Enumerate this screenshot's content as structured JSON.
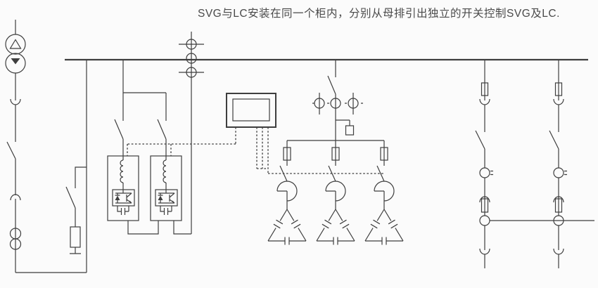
{
  "title": "SVG与LC安装在同一个柜内，分别从母排引出独立的开关控制SVG及LC.",
  "colors": {
    "background": "#fbfbfb",
    "line": "#3e3e3e",
    "text": "#4a4a4a"
  },
  "diagram": {
    "type": "electrical-single-line-schematic",
    "subject": "SVG (static var generator) and LC filter cabinet one-line diagram",
    "components": [
      {
        "id": "main-transformer",
        "symbol": "two overlapping circles with delta and wye winding marks"
      },
      {
        "id": "incomer-withdrawable-breaker",
        "symbol": "disconnect blade between plug-in contact arcs"
      },
      {
        "id": "incomer-current-transformers",
        "symbol": "two stacked circles on incomer line"
      },
      {
        "id": "grounding-resistor-branch",
        "symbol": "switch, resistor box and earth bar"
      },
      {
        "id": "main-busbar",
        "symbol": "horizontal bus at top"
      },
      {
        "id": "bus-measurement-cts",
        "symbol": "three circles stacked on bus tap"
      },
      {
        "id": "svg-module-switch",
        "count": 2,
        "symbol": "disconnect blade"
      },
      {
        "id": "svg-power-module",
        "count": 2,
        "symbol": "cabinet box with series reactor coil, IGBT bridge and dc-link capacitor"
      },
      {
        "id": "svg-controller",
        "symbol": "double-frame controller box with dashed control wiring"
      },
      {
        "id": "lc-incoming-switch",
        "symbol": "disconnect blade from busbar"
      },
      {
        "id": "lc-phase-cts",
        "count": 3,
        "symbol": "three circles in a row"
      },
      {
        "id": "lc-arrester",
        "symbol": "small rectangle on stub"
      },
      {
        "id": "lc-filter-branch",
        "count": 3,
        "symbol": "fuse, switch, series reactor, delta-connected capacitor bank"
      },
      {
        "id": "outgoing-feeder",
        "count": 2,
        "symbol": "fuse, plug-in contacts, switch, CT, fused PT with tie line"
      }
    ]
  }
}
